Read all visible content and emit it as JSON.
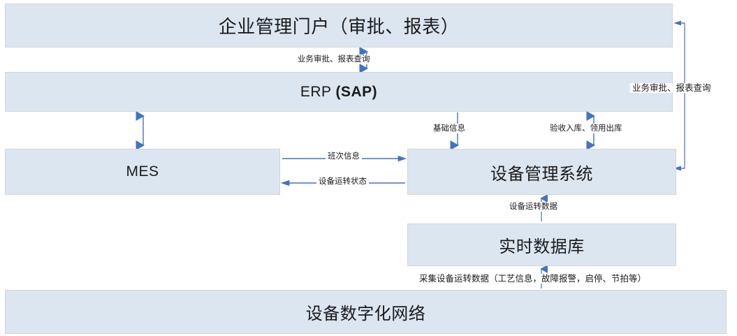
{
  "diagram": {
    "title_text": "企业管理门户（审批、报表）",
    "accent_color": "#4472c4",
    "node_fill": "#dce6f1",
    "node_border": "#d4d4d4",
    "nodes": [
      {
        "id": "portal",
        "label": "企业管理门户（审批、报表）"
      },
      {
        "id": "erp",
        "label_main": "ERP",
        "label_bold": "(SAP)"
      },
      {
        "id": "mes",
        "label": "MES"
      },
      {
        "id": "eqms",
        "label": "设备管理系统"
      },
      {
        "id": "rtdb",
        "label": "实时数据库"
      },
      {
        "id": "network",
        "label": "设备数字化网络"
      }
    ],
    "edges": [
      {
        "id": "portal-erp",
        "label": "业务审批、报表查询",
        "direction": "both"
      },
      {
        "id": "erp-mes",
        "label": "",
        "direction": "both"
      },
      {
        "id": "erp-eqms",
        "label": "基础信息",
        "direction": "down"
      },
      {
        "id": "erp-eqms-right",
        "label": "验收入库、领用出库",
        "direction": "both"
      },
      {
        "id": "mes-eqms-top",
        "label": "班次信息",
        "direction": "right"
      },
      {
        "id": "eqms-mes-bottom",
        "label": "设备运转状态",
        "direction": "left"
      },
      {
        "id": "rtdb-eqms",
        "label": "设备运转数据",
        "direction": "up"
      },
      {
        "id": "network-rtdb",
        "label": "采集设备运转数据（工艺信息，故障报警，启停、节拍等）",
        "direction": "up"
      },
      {
        "id": "eqms-portal-side",
        "label": "业务审批、报表查询",
        "direction": "both"
      }
    ]
  }
}
